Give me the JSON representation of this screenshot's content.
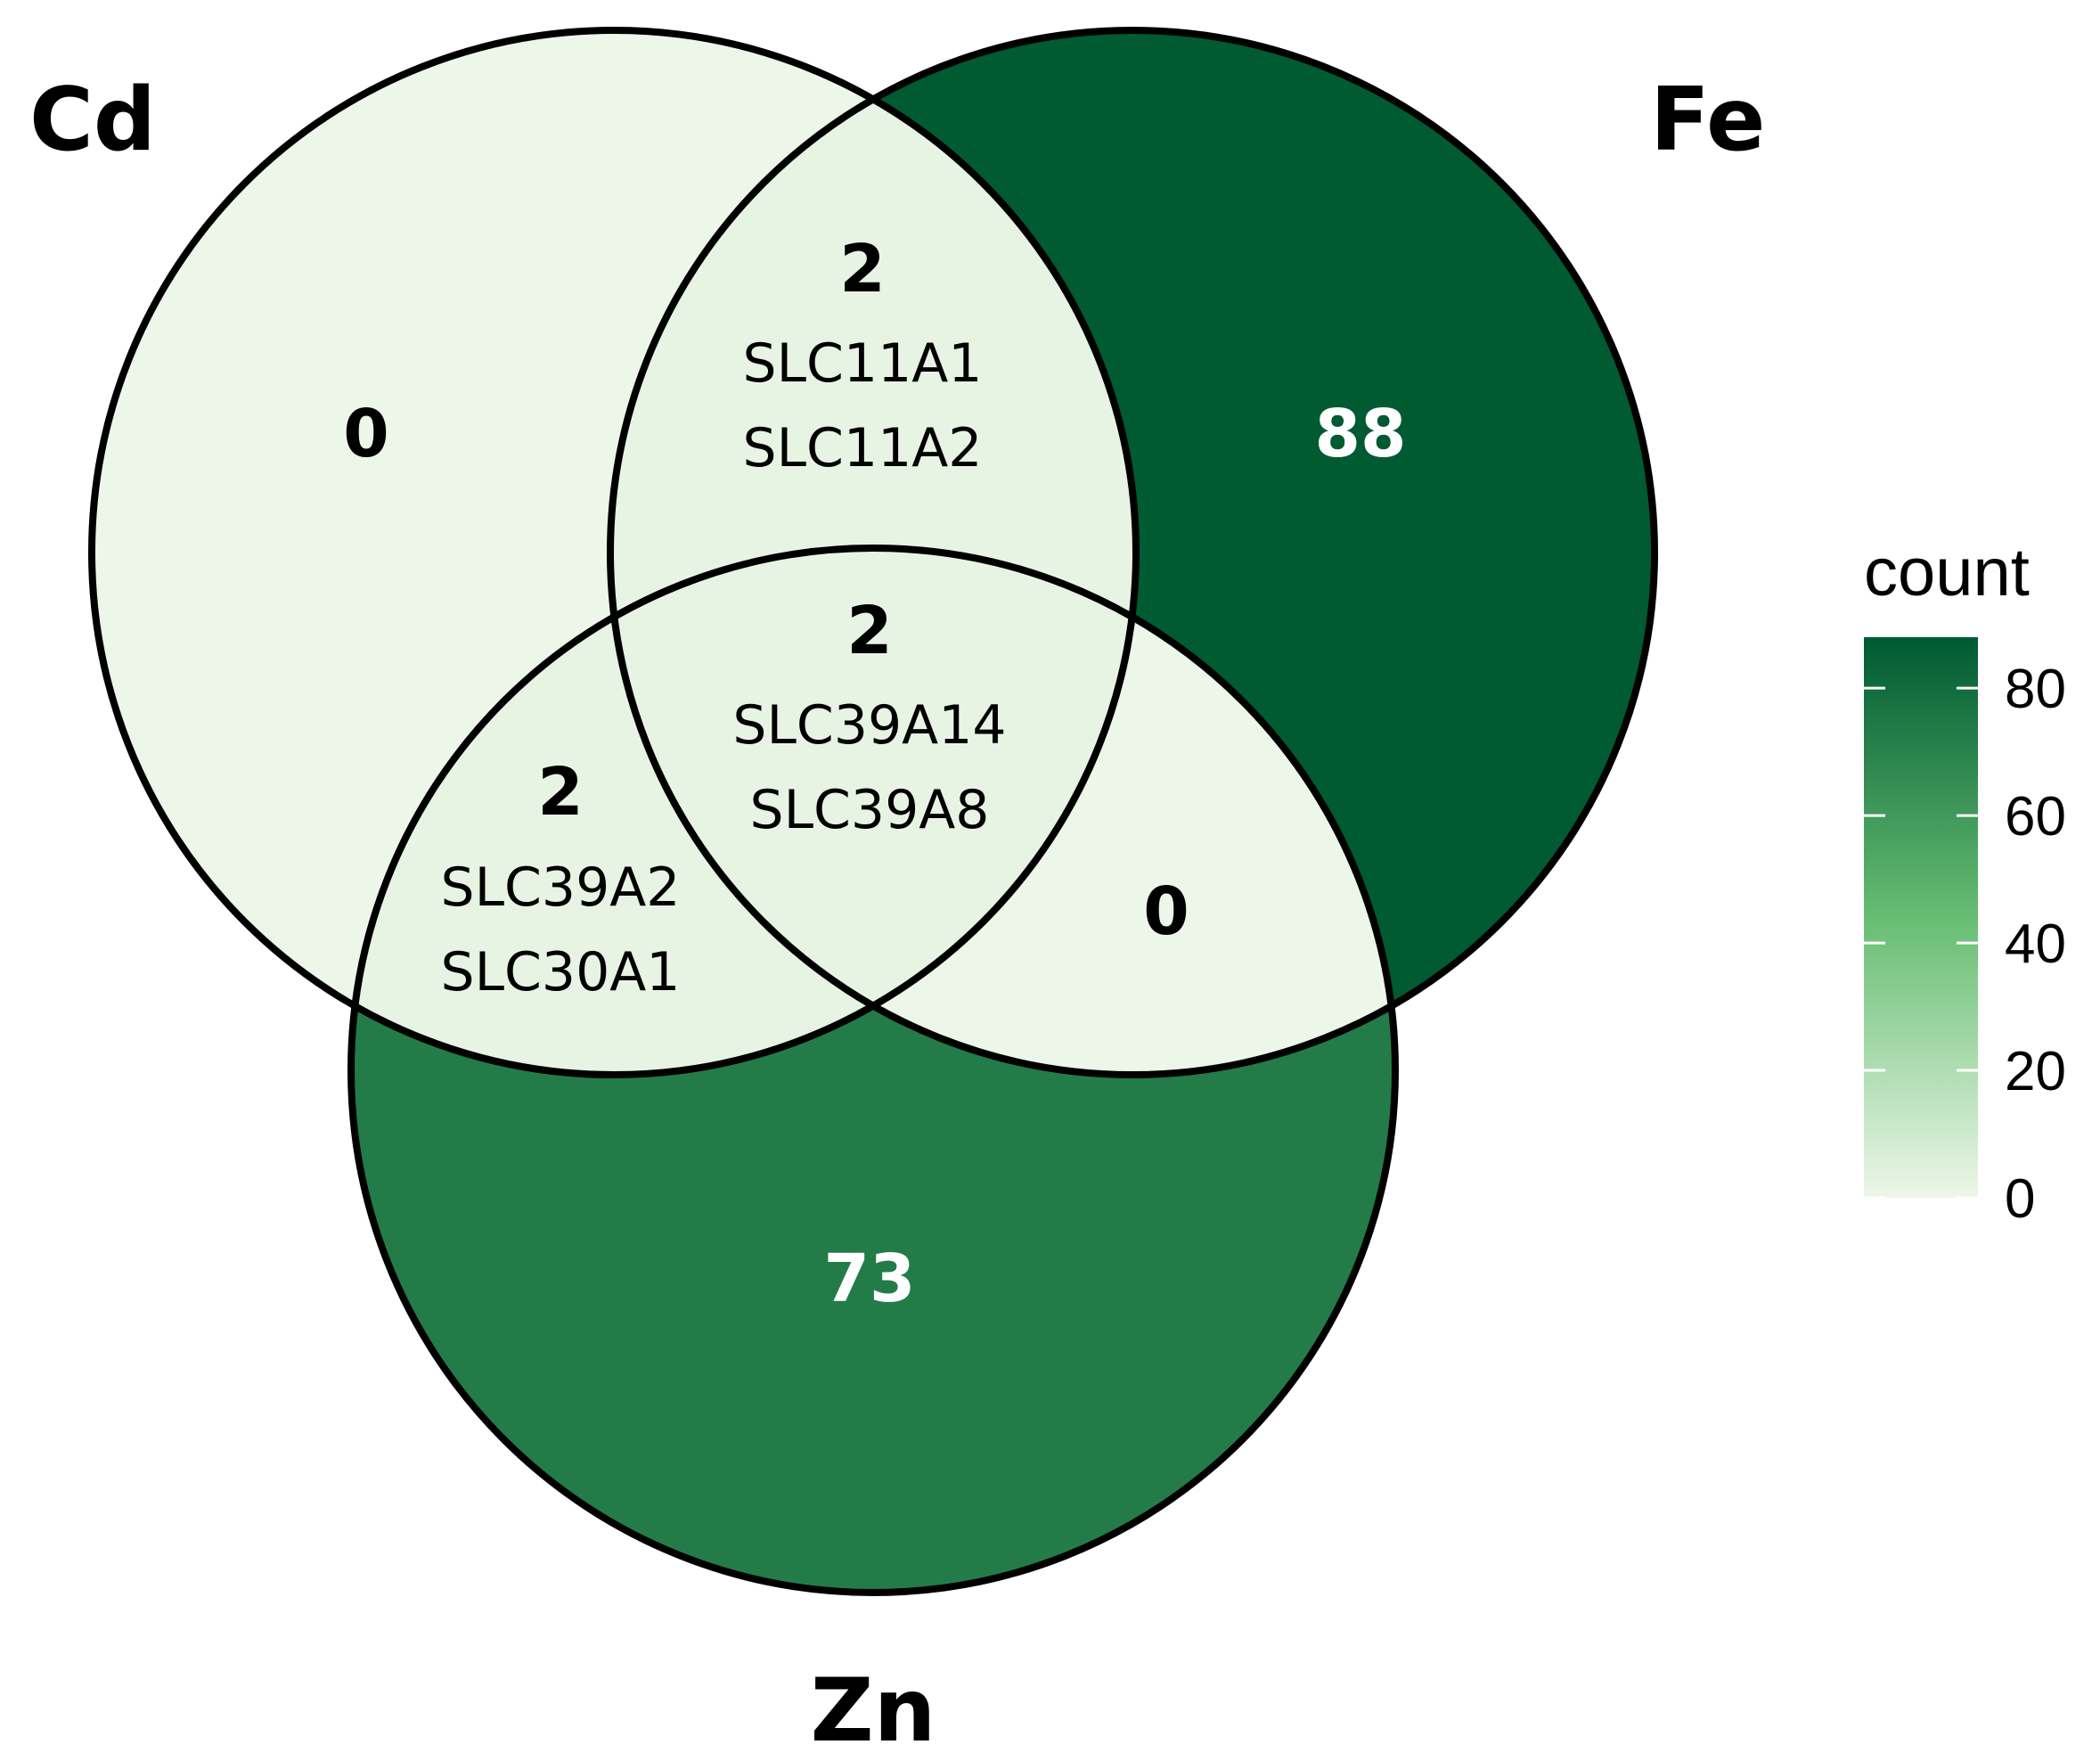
{
  "sets": [
    {
      "id": "cd",
      "label": "Cd"
    },
    {
      "id": "fe",
      "label": "Fe"
    },
    {
      "id": "zn",
      "label": "Zn"
    }
  ],
  "regions": {
    "cd_only": {
      "count": "0",
      "value": 0,
      "genes": []
    },
    "fe_only": {
      "count": "88",
      "value": 88,
      "genes": []
    },
    "zn_only": {
      "count": "73",
      "value": 73,
      "genes": []
    },
    "cd_fe": {
      "count": "2",
      "value": 2,
      "genes": [
        "SLC11A1",
        "SLC11A2"
      ]
    },
    "cd_zn": {
      "count": "2",
      "value": 2,
      "genes": [
        "SLC39A2",
        "SLC30A1"
      ]
    },
    "fe_zn": {
      "count": "0",
      "value": 0,
      "genes": []
    },
    "cd_fe_zn": {
      "count": "2",
      "value": 2,
      "genes": [
        "SLC39A14",
        "SLC39A8"
      ]
    }
  },
  "legend": {
    "title": "count",
    "ticks": [
      "0",
      "20",
      "40",
      "60",
      "80"
    ],
    "min": 0,
    "max": 88,
    "color_low": "#edf7e9",
    "color_mid": "#66bd72",
    "color_high": "#005a32"
  }
}
